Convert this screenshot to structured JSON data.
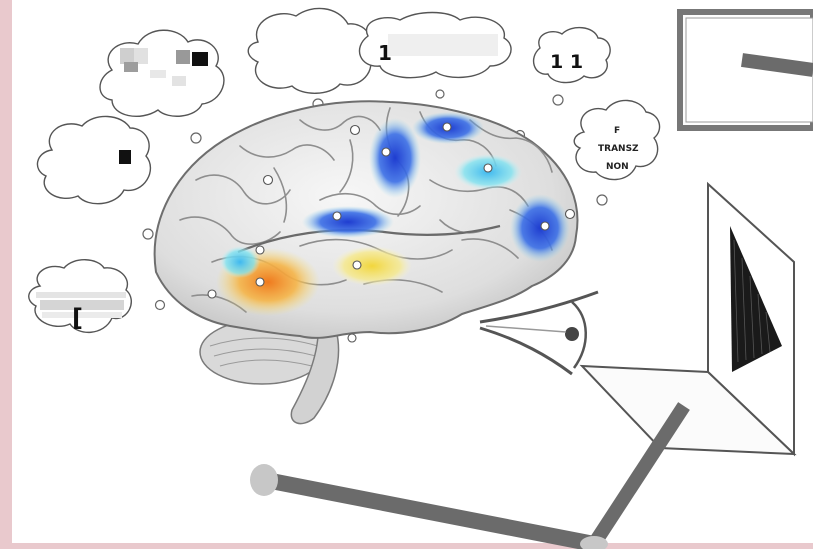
{
  "thought_bubbles": {
    "number_single": "1",
    "number_double": "1 1",
    "word_line1": "F",
    "word_line2": "TRANSZ",
    "word_line3": "NON",
    "bracket": "["
  },
  "colors": {
    "page_border": "#e8c4c8",
    "brain_fill": "#e9e9e9",
    "brain_stroke": "#8a8a8a",
    "activation_blue": "#2a4fd6",
    "activation_cyan": "#4fd2e6",
    "activation_orange": "#f0a030",
    "activation_yellow": "#f1de5a",
    "rod_gray": "#6b6b6b"
  },
  "icons": [
    "eye-icon",
    "brain-illustration",
    "pyramid-stimulus",
    "rod-stimulus"
  ]
}
